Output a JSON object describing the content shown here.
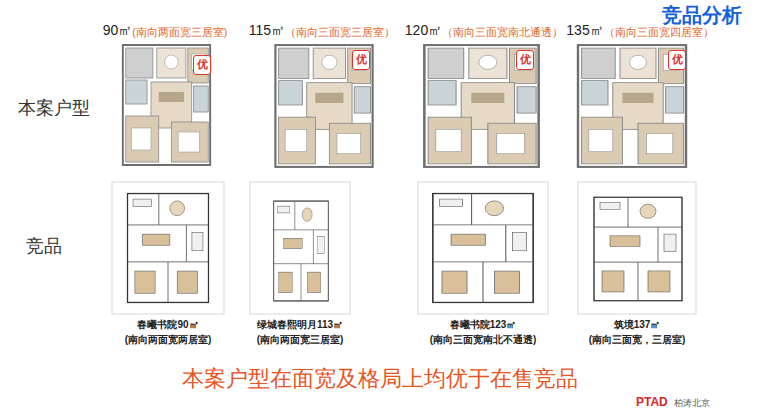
{
  "diagram": {
    "title": "竞品分析",
    "caption": "本案户型在面宽及格局上均优于在售竞品",
    "nodes": [
      {
        "text": [
          "优"
        ]
      },
      {
        "text": [
          "优"
        ]
      },
      {
        "text": [
          "优"
        ]
      },
      {
        "text": [
          "优"
        ]
      }
    ],
    "labels": [
      "90㎡",
      "(南向两面宽三居室)",
      "115㎡",
      "（南向三面宽三居室）",
      "120㎡",
      "（南向三面宽南北通透）",
      "135㎡",
      "（南向三面宽四居室）",
      "本案户型",
      "竞品",
      "春曦书院90㎡",
      "(南向两面宽两居室)",
      "绿城春熙明月113㎡",
      "(南向两面宽三居室)",
      "春曦书院123㎡",
      "(南向三面宽南北不通透)",
      "筑境137㎡",
      "(南向三面宽，三居室)",
      "PTAD",
      "柏涛北京"
    ]
  }
}
